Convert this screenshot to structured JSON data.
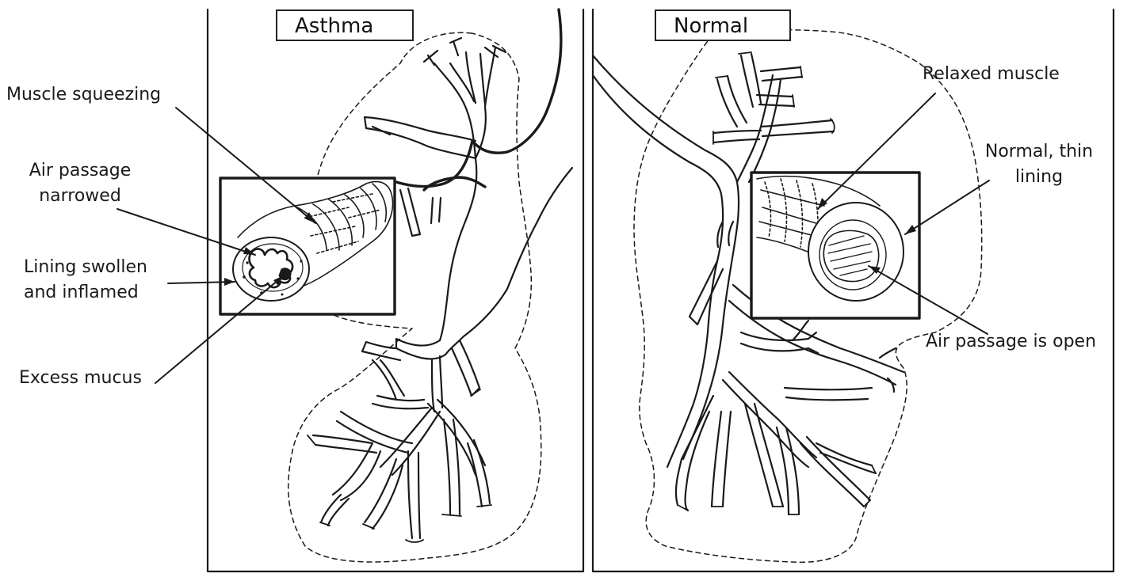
{
  "asthma": {
    "title": "Asthma",
    "labels": {
      "muscle": "Muscle squeezing",
      "air_1": "Air passage",
      "air_2": "narrowed",
      "lining_1": "Lining swollen",
      "lining_2": "and inflamed",
      "mucus": "Excess mucus"
    }
  },
  "normal": {
    "title": "Normal",
    "labels": {
      "muscle": "Relaxed muscle",
      "lining_1": "Normal, thin",
      "lining_2": "lining",
      "air": "Air passage is open"
    }
  },
  "colors": {
    "ink": "#1a1a1a",
    "paper": "#ffffff"
  }
}
